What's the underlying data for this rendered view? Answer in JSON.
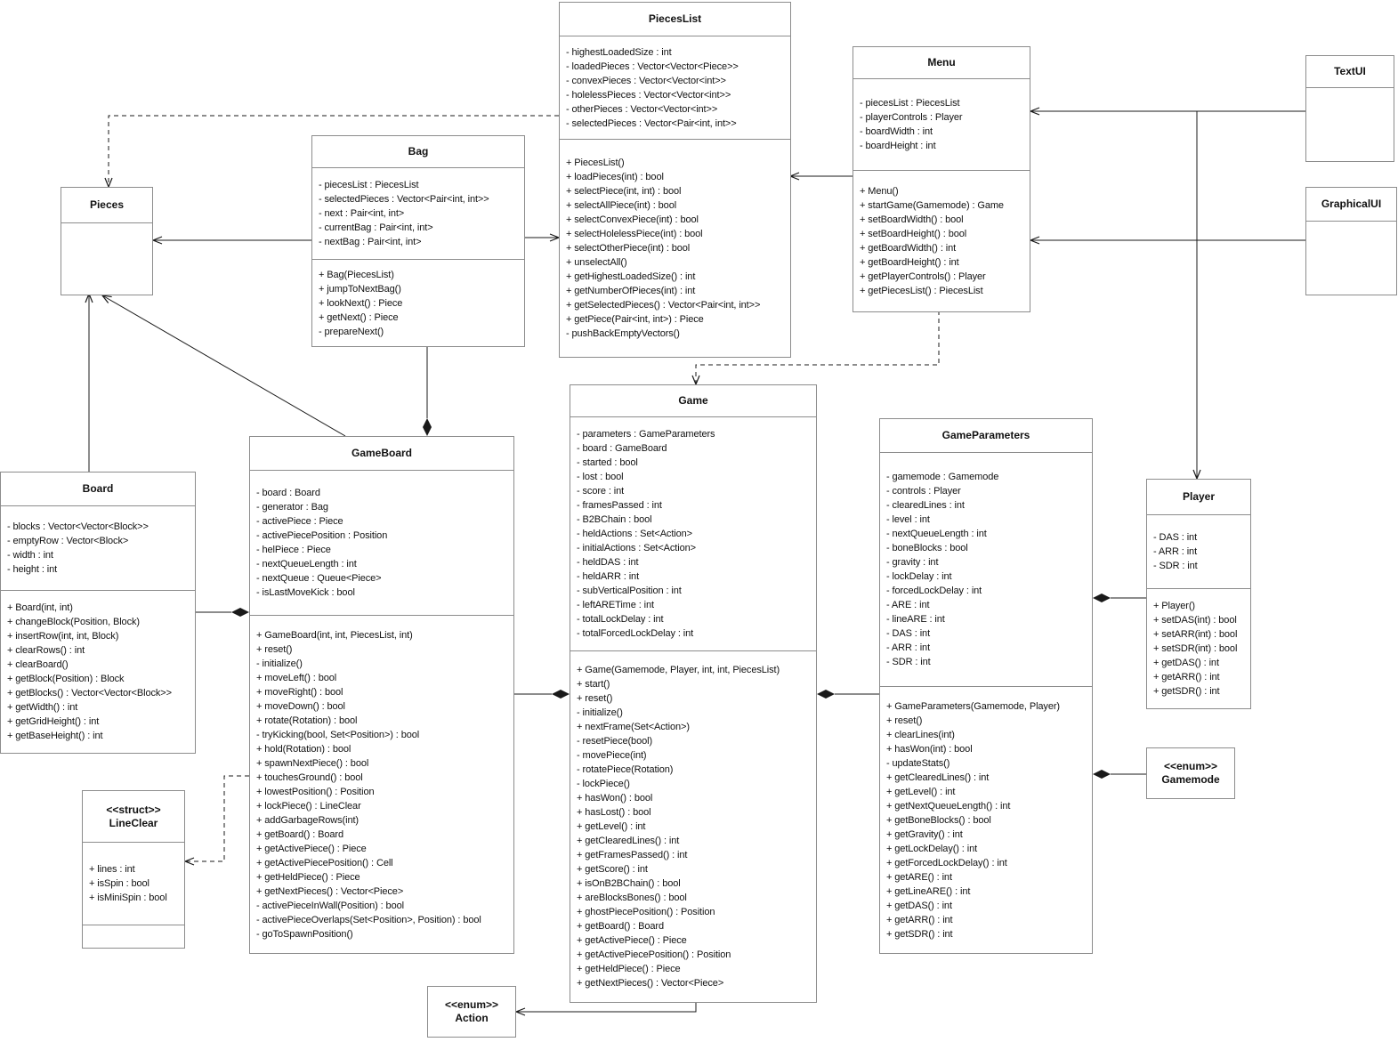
{
  "classes": [
    {
      "id": "pieceslist",
      "name": "PiecesList",
      "attributes": [
        "- highestLoadedSize : int",
        "- loadedPieces : Vector<Vector<Piece>>",
        "- convexPieces : Vector<Vector<int>>",
        "- holelessPieces : Vector<Vector<int>>",
        "- otherPieces : Vector<Vector<int>>",
        "- selectedPieces : Vector<Pair<int, int>>"
      ],
      "methods": [
        "+ PiecesList()",
        "+ loadPieces(int) : bool",
        "+ selectPiece(int, int) : bool",
        "+ selectAllPiece(int) : bool",
        "+ selectConvexPiece(int) : bool",
        "+ selectHolelessPiece(int) : bool",
        "+ selectOtherPiece(int) : bool",
        "+ unselectAll()",
        "+ getHighestLoadedSize() : int",
        "+ getNumberOfPieces(int) : int",
        "+ getSelectedPieces() : Vector<Pair<int, int>>",
        "+ getPiece(Pair<int, int>) : Piece",
        "- pushBackEmptyVectors()"
      ]
    },
    {
      "id": "menu",
      "name": "Menu",
      "attributes": [
        "- piecesList : PiecesList",
        "- playerControls : Player",
        "- boardWidth : int",
        "- boardHeight : int"
      ],
      "methods": [
        "+ Menu()",
        "+ startGame(Gamemode) : Game",
        "+ setBoardWidth() : bool",
        "+ setBoardHeight() : bool",
        "+ getBoardWidth() : int",
        "+ getBoardHeight() : int",
        "+ getPlayerControls() : Player",
        "+ getPiecesList() : PiecesList"
      ]
    },
    {
      "id": "textui",
      "name": "TextUI",
      "attributes": [],
      "methods": []
    },
    {
      "id": "graphicalui",
      "name": "GraphicalUI",
      "attributes": [],
      "methods": []
    },
    {
      "id": "bag",
      "name": "Bag",
      "attributes": [
        "- piecesList : PiecesList",
        "- selectedPieces : Vector<Pair<int, int>>",
        "- next : Pair<int, int>",
        "- currentBag : Pair<int, int>",
        "- nextBag : Pair<int, int>"
      ],
      "methods": [
        "+ Bag(PiecesList)",
        "+ jumpToNextBag()",
        "+ lookNext() : Piece",
        "+ getNext() : Piece",
        "- prepareNext()"
      ]
    },
    {
      "id": "pieces",
      "name": "Pieces",
      "attributes": [],
      "methods": []
    },
    {
      "id": "board",
      "name": "Board",
      "attributes": [
        "- blocks : Vector<Vector<Block>>",
        "- emptyRow : Vector<Block>",
        "- width : int",
        "- height : int"
      ],
      "methods": [
        "+ Board(int, int)",
        "+ changeBlock(Position, Block)",
        "+ insertRow(int, int, Block)",
        "+ clearRows() : int",
        "+ clearBoard()",
        "+ getBlock(Position) : Block",
        "+ getBlocks() : Vector<Vector<Block>>",
        "+ getWidth() : int",
        "+ getGridHeight() : int",
        "+ getBaseHeight() : int"
      ]
    },
    {
      "id": "gameboard",
      "name": "GameBoard",
      "attributes": [
        "- board : Board",
        "- generator : Bag",
        "- activePiece : Piece",
        "- activePiecePosition : Position",
        "- helPiece : Piece",
        "- nextQueueLength : int",
        "- nextQueue : Queue<Piece>",
        "- isLastMoveKick : bool"
      ],
      "methods": [
        "+ GameBoard(int, int, PiecesList, int)",
        "+ reset()",
        "- initialize()",
        "+ moveLeft() : bool",
        "+ moveRight() : bool",
        "+ moveDown() : bool",
        "+ rotate(Rotation) : bool",
        "- tryKicking(bool, Set<Position>) : bool",
        "+ hold(Rotation) : bool",
        "+ spawnNextPiece() : bool",
        "+ touchesGround() : bool",
        "+ lowestPosition() : Position",
        "+ lockPiece() : LineClear",
        "+ addGarbageRows(int)",
        "+ getBoard() : Board",
        "+ getActivePiece() : Piece",
        "+ getActivePiecePosition() : Cell",
        "+ getHeldPiece() : Piece",
        "+ getNextPieces() : Vector<Piece>",
        "- activePieceInWall(Position) : bool",
        "- activePieceOverlaps(Set<Position>, Position) : bool",
        "- goToSpawnPosition()"
      ]
    },
    {
      "id": "game",
      "name": "Game",
      "attributes": [
        "- parameters : GameParameters",
        "- board : GameBoard",
        "- started : bool",
        "- lost : bool",
        "- score : int",
        "- framesPassed : int",
        "- B2BChain : bool",
        "- heldActions : Set<Action>",
        "- initialActions : Set<Action>",
        "- heldDAS : int",
        "- heldARR : int",
        "- subVerticalPosition : int",
        "- leftARETime : int",
        "- totalLockDelay : int",
        "- totalForcedLockDelay : int"
      ],
      "methods": [
        "+ Game(Gamemode, Player, int, int, PiecesList)",
        "+ start()",
        "+ reset()",
        "- initialize()",
        "+ nextFrame(Set<Action>)",
        "- resetPiece(bool)",
        "- movePiece(int)",
        "- rotatePiece(Rotation)",
        "- lockPiece()",
        "+ hasWon() : bool",
        "+ hasLost() : bool",
        "+ getLevel() : int",
        "+ getClearedLines() : int",
        "+ getFramesPassed() : int",
        "+ getScore() : int",
        "+ isOnB2BChain() : bool",
        "+ areBlocksBones() : bool",
        "+ ghostPiecePosition() : Position",
        "+ getBoard() : Board",
        "+ getActivePiece() : Piece",
        "+ getActivePiecePosition() : Position",
        "+ getHeldPiece() : Piece",
        "+ getNextPieces() : Vector<Piece>"
      ]
    },
    {
      "id": "gameparameters",
      "name": "GameParameters",
      "attributes": [
        "- gamemode : Gamemode",
        "- controls : Player",
        "- clearedLines : int",
        "- level : int",
        "- nextQueueLength : int",
        "- boneBlocks : bool",
        "- gravity : int",
        "- lockDelay : int",
        "- forcedLockDelay : int",
        "- ARE : int",
        "- lineARE : int",
        "- DAS : int",
        "- ARR : int",
        "- SDR : int"
      ],
      "methods": [
        "+ GameParameters(Gamemode, Player)",
        "+ reset()",
        "+ clearLines(int)",
        "+ hasWon(int) : bool",
        "- updateStats()",
        "+ getClearedLines() : int",
        "+ getLevel() : int",
        "+ getNextQueueLength() : int",
        "+ getBoneBlocks() : bool",
        "+ getGravity() : int",
        "+ getLockDelay() : int",
        "+ getForcedLockDelay() : int",
        "+ getARE() : int",
        "+ getLineARE() : int",
        "+ getDAS() : int",
        "+ getARR() : int",
        "+ getSDR() : int"
      ]
    },
    {
      "id": "player",
      "name": "Player",
      "attributes": [
        "- DAS : int",
        "- ARR : int",
        "- SDR : int"
      ],
      "methods": [
        "+ Player()",
        "+ setDAS(int) : bool",
        "+ setARR(int) : bool",
        "+ setSDR(int) : bool",
        "+ getDAS() : int",
        "+ getARR() : int",
        "+ getSDR() : int"
      ]
    },
    {
      "id": "lineclear",
      "stereotype": "<<struct>>",
      "name": "LineClear",
      "attributes": [
        "+ lines : int",
        "+ isSpin : bool",
        "+ isMiniSpin : bool"
      ],
      "methods": []
    },
    {
      "id": "gamemode",
      "stereotype": "<<enum>>",
      "name": "Gamemode",
      "attributes": [],
      "methods": []
    },
    {
      "id": "action",
      "stereotype": "<<enum>>",
      "name": "Action",
      "attributes": [],
      "methods": []
    }
  ],
  "relationships": [
    {
      "from": "TextUI",
      "to": "Menu",
      "type": "association"
    },
    {
      "from": "GraphicalUI",
      "to": "Menu",
      "type": "association"
    },
    {
      "from": "Menu",
      "to": "PiecesList",
      "type": "association"
    },
    {
      "from": "Menu",
      "to": "Player",
      "type": "association"
    },
    {
      "from": "Menu",
      "to": "Game",
      "type": "dependency"
    },
    {
      "from": "PiecesList",
      "to": "Pieces",
      "type": "dependency"
    },
    {
      "from": "Bag",
      "to": "PiecesList",
      "type": "association"
    },
    {
      "from": "Bag",
      "to": "Pieces",
      "type": "association"
    },
    {
      "from": "GameBoard",
      "to": "Bag",
      "type": "composition"
    },
    {
      "from": "GameBoard",
      "to": "Pieces",
      "type": "association"
    },
    {
      "from": "Board",
      "to": "Pieces",
      "type": "association"
    },
    {
      "from": "GameBoard",
      "to": "Board",
      "type": "composition"
    },
    {
      "from": "GameBoard",
      "to": "LineClear",
      "type": "dependency"
    },
    {
      "from": "Game",
      "to": "GameBoard",
      "type": "composition"
    },
    {
      "from": "Game",
      "to": "GameParameters",
      "type": "composition"
    },
    {
      "from": "GameParameters",
      "to": "Player",
      "type": "composition"
    },
    {
      "from": "GameParameters",
      "to": "Gamemode",
      "type": "composition"
    },
    {
      "from": "Game",
      "to": "Action",
      "type": "association"
    }
  ],
  "colors": {
    "line": "#1a1a1a",
    "box_border": "#8c8c8c",
    "background": "#ffffff"
  }
}
